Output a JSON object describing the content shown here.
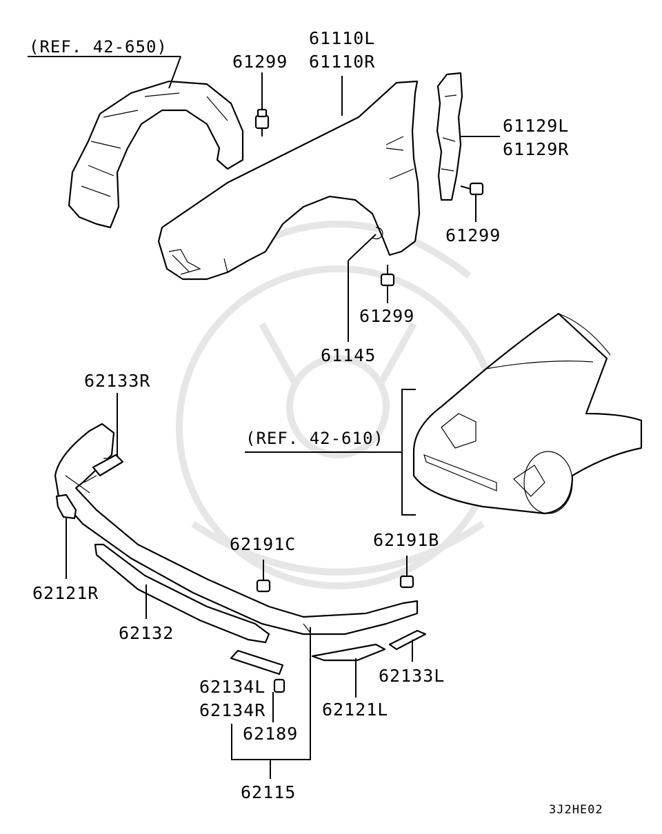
{
  "refs": {
    "upper": "(REF. 42-650)",
    "lower": "(REF. 42-610)"
  },
  "parts": {
    "fender_l": "61110L",
    "fender_r": "61110R",
    "clip_top": "61299",
    "bracket_l": "61129L",
    "bracket_r": "61129R",
    "clip_right": "61299",
    "clip_mid": "61299",
    "splash": "61145",
    "spoiler_r_brk": "62133R",
    "extension_r": "62121R",
    "spoiler_center": "62132",
    "nut_c": "62191C",
    "nut_b": "62191B",
    "plate_l": "62134L",
    "plate_r": "62134R",
    "clip_small": "62189",
    "assembly": "62115",
    "extension_l": "62121L",
    "spoiler_l_brk": "62133L"
  },
  "diagram_code": "3J2HE02"
}
